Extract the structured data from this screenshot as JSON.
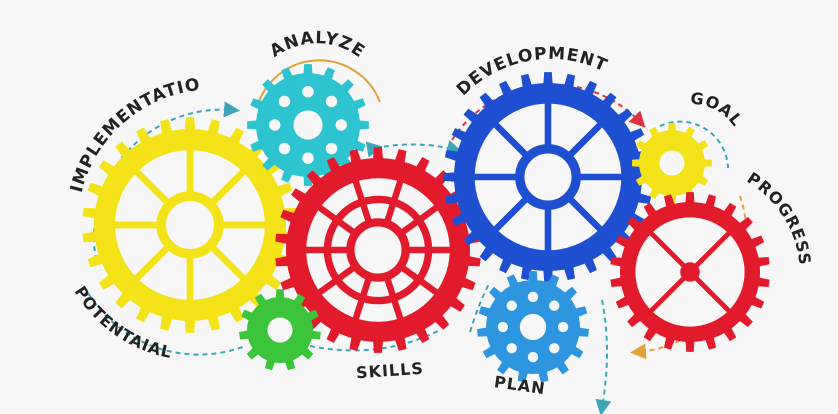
{
  "labels": {
    "analyze": "ANALYZE",
    "implementation": "IMPLEMENTATION",
    "development": "DEVELOPMENT",
    "goal": "GOAL",
    "progress": "PROGRESS",
    "potential": "POTENTAIAL",
    "skills": "SKILLS",
    "plan": "PLAN"
  },
  "gears": [
    {
      "name": "implementation-gear",
      "color": "#f5e31a",
      "style": "spoked"
    },
    {
      "name": "analyze-gear",
      "color": "#2ec4cf",
      "style": "holes"
    },
    {
      "name": "skills-gear",
      "color": "#e21b2c",
      "style": "rings"
    },
    {
      "name": "development-gear",
      "color": "#1f4fd1",
      "style": "spoked"
    },
    {
      "name": "goal-gear",
      "color": "#f5e31a",
      "style": "solid"
    },
    {
      "name": "progress-gear",
      "color": "#e21b2c",
      "style": "cross"
    },
    {
      "name": "potential-gear",
      "color": "#3cc43a",
      "style": "solid"
    },
    {
      "name": "plan-gear",
      "color": "#2e95e0",
      "style": "holes"
    }
  ],
  "arrow_colors": {
    "teal": "#3aa6b8",
    "orange": "#e2a23a",
    "red": "#e0323f"
  }
}
